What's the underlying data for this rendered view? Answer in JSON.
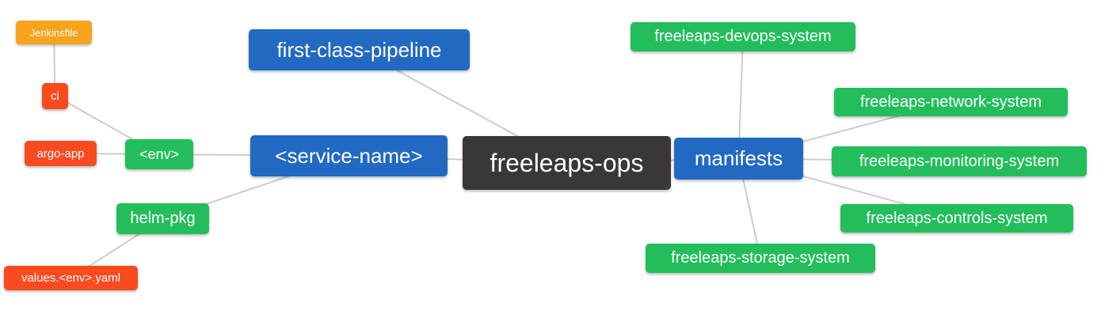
{
  "diagram": {
    "type": "mindmap",
    "background_color": "#ffffff",
    "connector_color": "#cccccc",
    "palette": {
      "root_node": "#3a3836",
      "level1_node": "#2269c3",
      "level2_node": "#23be5b",
      "level3_node": "#fa4a20",
      "level4_node": "#f9a21b"
    },
    "nodes": {
      "root": {
        "label": "freeleaps-ops"
      },
      "first_class_pipeline": {
        "label": "first-class-pipeline"
      },
      "service_name": {
        "label": "<service-name>"
      },
      "manifests": {
        "label": "manifests"
      },
      "env": {
        "label": "<env>"
      },
      "helm_pkg": {
        "label": "helm-pkg"
      },
      "ci": {
        "label": "ci"
      },
      "argo_app": {
        "label": "argo-app"
      },
      "jenkinsfile": {
        "label": "Jenkinsfile"
      },
      "values_env_yaml": {
        "label": "values.<env>.yaml"
      },
      "devops_system": {
        "label": "freeleaps-devops-system"
      },
      "network_system": {
        "label": "freeleaps-network-system"
      },
      "monitoring_system": {
        "label": "freeleaps-monitoring-system"
      },
      "controls_system": {
        "label": "freeleaps-controls-system"
      },
      "storage_system": {
        "label": "freeleaps-storage-system"
      }
    },
    "edges": [
      {
        "from": "root",
        "to": "first_class_pipeline"
      },
      {
        "from": "root",
        "to": "service_name"
      },
      {
        "from": "root",
        "to": "manifests"
      },
      {
        "from": "service_name",
        "to": "env"
      },
      {
        "from": "service_name",
        "to": "helm_pkg"
      },
      {
        "from": "env",
        "to": "ci"
      },
      {
        "from": "env",
        "to": "argo_app"
      },
      {
        "from": "ci",
        "to": "jenkinsfile"
      },
      {
        "from": "helm_pkg",
        "to": "values_env_yaml"
      },
      {
        "from": "manifests",
        "to": "devops_system"
      },
      {
        "from": "manifests",
        "to": "network_system"
      },
      {
        "from": "manifests",
        "to": "monitoring_system"
      },
      {
        "from": "manifests",
        "to": "controls_system"
      },
      {
        "from": "manifests",
        "to": "storage_system"
      }
    ]
  }
}
